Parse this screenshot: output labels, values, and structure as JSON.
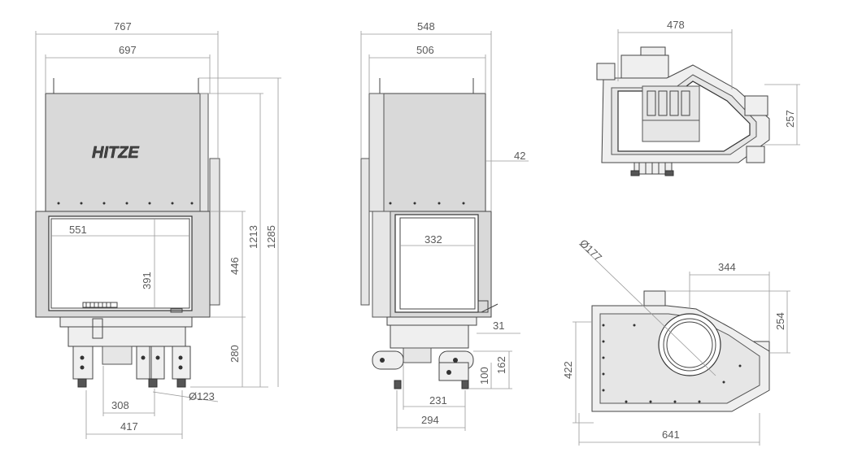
{
  "brand": {
    "logo_text": "HITZE"
  },
  "front_view": {
    "dims": {
      "overall_width": "767",
      "body_width": "697",
      "glass_width": "551",
      "glass_height": "391",
      "door_height": "446",
      "height_mid": "1213",
      "overall_height": "1285",
      "base_height": "280",
      "flue_diameter": "Ø123",
      "leg_spacing": "308",
      "base_width": "417"
    }
  },
  "side_view": {
    "dims": {
      "overall_depth": "548",
      "body_depth": "506",
      "offset": "42",
      "glass_width": "332",
      "step": "31",
      "foot_height": "162",
      "foot_low": "100",
      "foot_depth": "231",
      "base_depth": "294"
    }
  },
  "top_view": {
    "dims": {
      "width": "478",
      "depth": "257"
    }
  },
  "bottom_view": {
    "dims": {
      "flue_diameter": "Ø177",
      "offset_x": "344",
      "offset_y": "254",
      "depth": "422",
      "width": "641"
    }
  }
}
